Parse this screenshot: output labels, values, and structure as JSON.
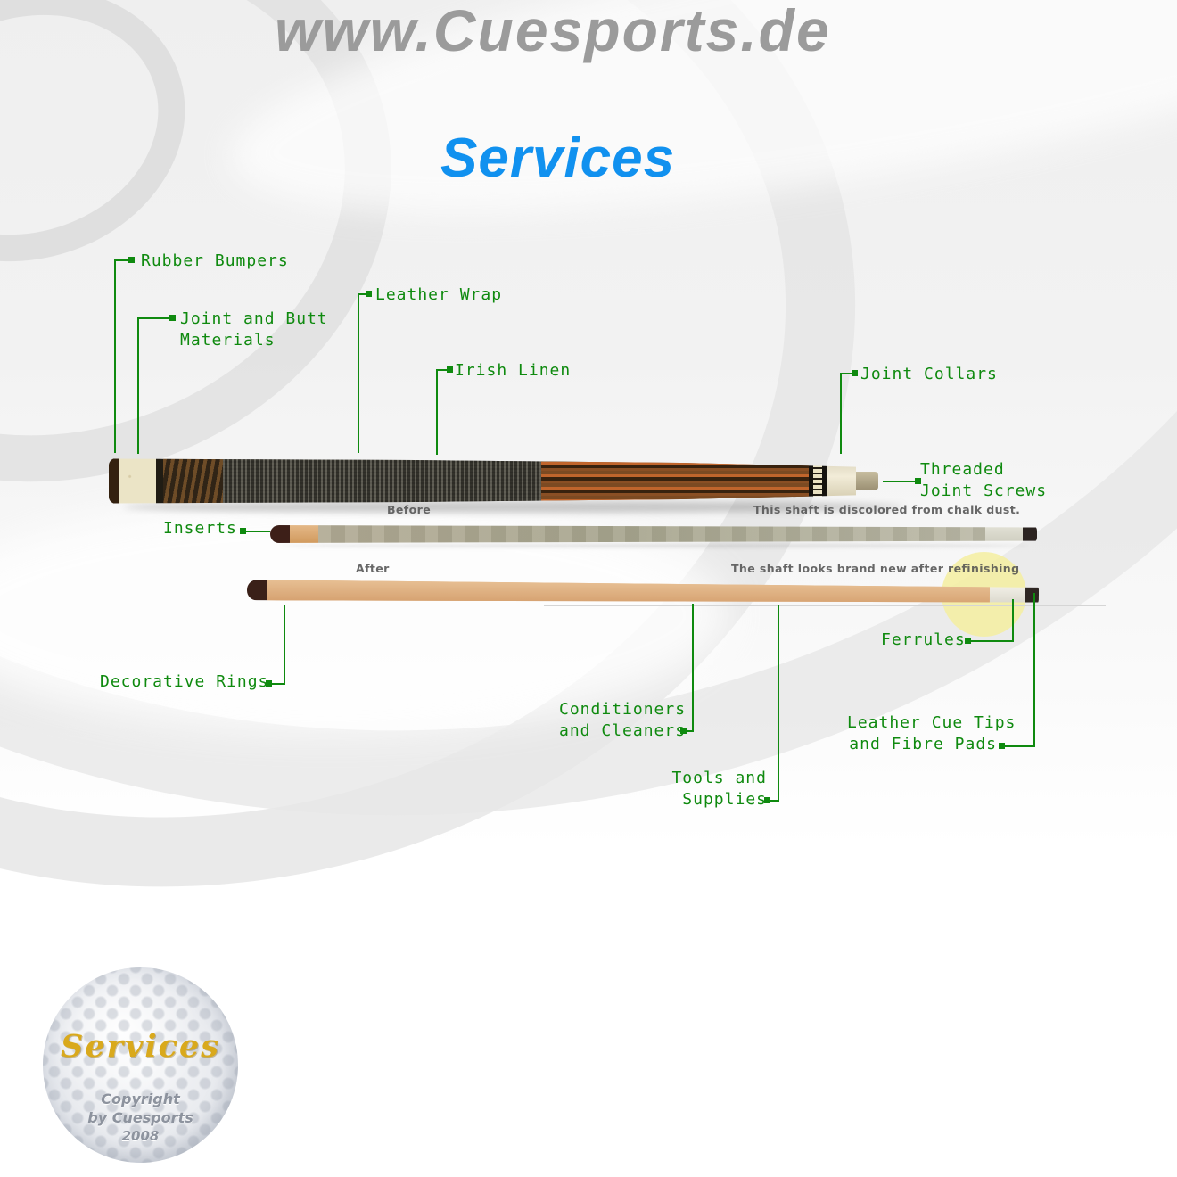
{
  "header": {
    "site_watermark": "www.Cuesports.de",
    "page_title": "Services"
  },
  "part_labels": {
    "rubber_bumpers": "Rubber Bumpers",
    "joint_and_butt_line1": "Joint and Butt",
    "joint_and_butt_line2": "Materials",
    "leather_wrap": "Leather Wrap",
    "irish_linen": "Irish Linen",
    "joint_collars": "Joint Collars",
    "threaded_joint_screws_line1": "Threaded",
    "threaded_joint_screws_line2": "Joint Screws",
    "inserts": "Inserts",
    "decorative_rings": "Decorative Rings",
    "ferrules": "Ferrules",
    "conditioners_line1": "Conditioners",
    "conditioners_line2": "and Cleaners",
    "tools_line1": "Tools and",
    "tools_line2": "Supplies",
    "tips_line1": "Leather Cue Tips",
    "tips_line2": "and Fibre Pads"
  },
  "captions": {
    "before": "Before",
    "before_note": "This shaft is discolored from chalk dust.",
    "after": "After",
    "after_note": "The shaft looks brand new after refinishing"
  },
  "logo": {
    "ball_title": "Services",
    "copyright_line1": "Copyright",
    "copyright_line2": "by Cuesports",
    "copyright_line3": "2008"
  },
  "colors": {
    "label_green": "#0f8a0f",
    "title_blue": "#1191ef",
    "watermark_gray": "#9b9b9b",
    "caption_gray": "#4f4f4f",
    "logo_gold": "#d9a91c",
    "highlight_yellow": "#f5eea0"
  }
}
